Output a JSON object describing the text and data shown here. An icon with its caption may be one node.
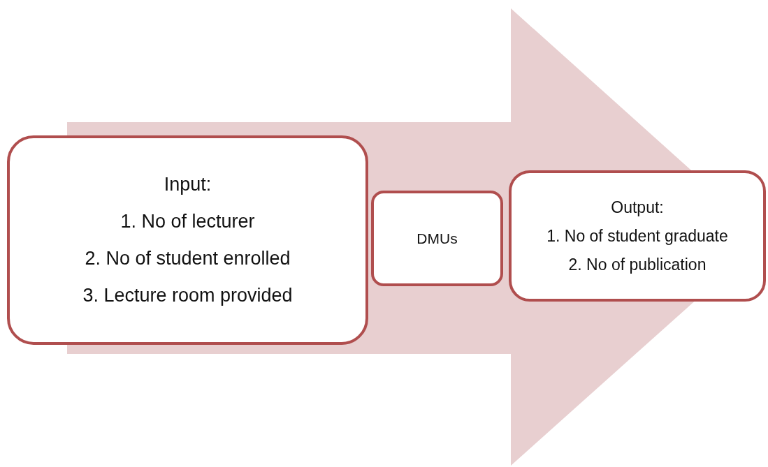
{
  "diagram": {
    "nodes": [
      {
        "text": [
          "Input:",
          "1. No of lecturer",
          "2. No of student enrolled",
          "3. Lecture room provided"
        ]
      },
      {
        "text": [
          "DMUs"
        ]
      },
      {
        "text": [
          "Output:",
          "1. No of student graduate",
          "2. No of publication"
        ]
      }
    ],
    "edges": [
      {
        "from": 0,
        "to": 2,
        "arrow": "to"
      }
    ]
  }
}
